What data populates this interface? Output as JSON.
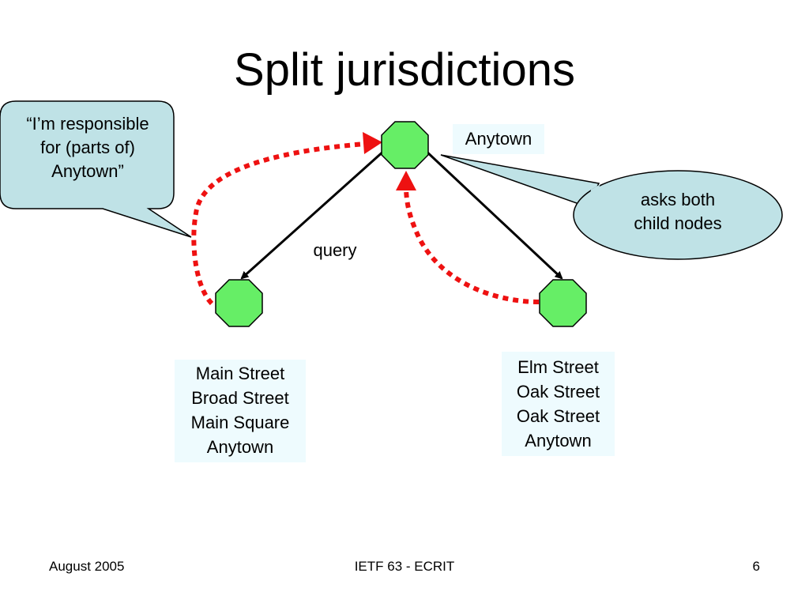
{
  "slide": {
    "title": "Split jurisdictions"
  },
  "diagram": {
    "root_label": "Anytown",
    "edge_label": "query",
    "callout_left": [
      "“I’m responsible",
      "for (parts of)",
      "Anytown”"
    ],
    "callout_right": [
      "asks both",
      "child nodes"
    ],
    "left_child_streets": [
      "Main Street",
      "Broad Street",
      "Main Square",
      "Anytown"
    ],
    "right_child_streets": [
      "Elm Street",
      "Oak Street",
      "Oak Street",
      "Anytown"
    ],
    "colors": {
      "node_fill": "#66ee66",
      "callout_fill": "#bfe2e6",
      "response_arrow": "#ee1111",
      "query_arrow": "#000000",
      "label_box": "#eefbfe"
    }
  },
  "footer": {
    "date": "August 2005",
    "event": "IETF 63 - ECRIT",
    "page": "6"
  }
}
